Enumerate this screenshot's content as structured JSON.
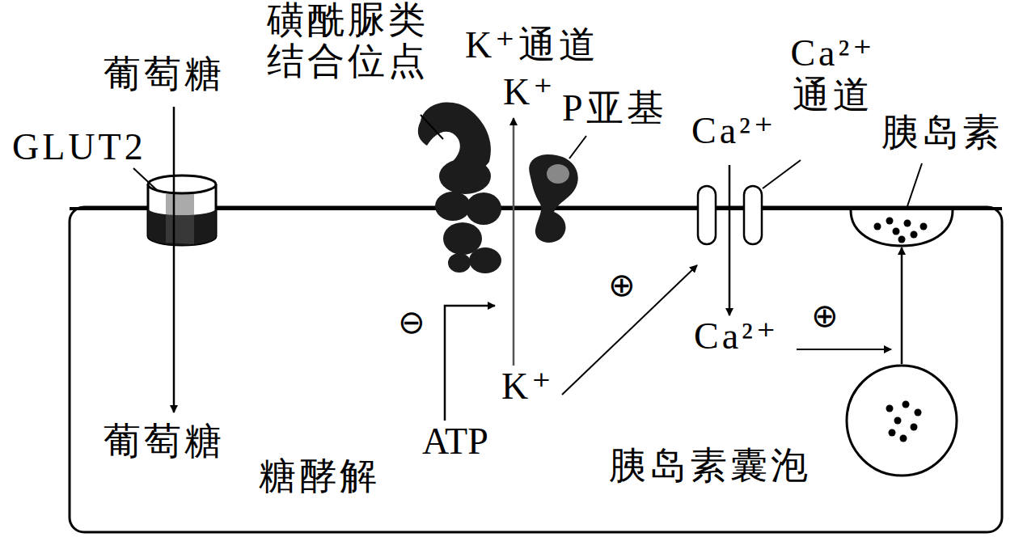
{
  "diagram": {
    "nodes": [
      {
        "text": [
          "胰岛素"
        ]
      },
      {
        "text": [
          "胰岛素囊泡"
        ]
      }
    ],
    "edges": [
      {
        "from": 1,
        "to": 0,
        "arrow": "to"
      }
    ],
    "labels": [
      "葡萄糖",
      "GLUT2",
      "磺酰脲类 结合位点",
      "K⁺通道",
      "K⁺",
      "P亚基",
      "Ca²⁺",
      "Ca²⁺ 通道",
      "葡萄糖",
      "糖酵解",
      "ATP",
      "K⁺",
      "Ca²⁺",
      "⊖",
      "⊕",
      "⊕"
    ]
  }
}
